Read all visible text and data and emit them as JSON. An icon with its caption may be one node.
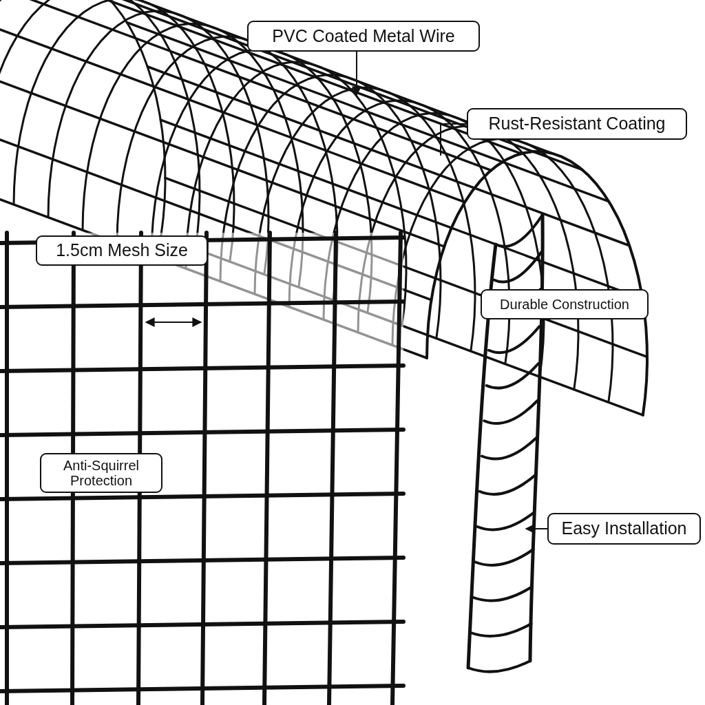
{
  "diagram": {
    "nodes": [
      {
        "text": [
          "PVC Coated Metal Wire"
        ]
      },
      {
        "text": [
          "Rust-Resistant Coating"
        ]
      },
      {
        "text": [
          "1.5cm Mesh Size"
        ]
      },
      {
        "text": [
          "Durable Construction"
        ]
      },
      {
        "text": [
          "Anti-Squirrel Protection"
        ]
      },
      {
        "text": [
          "Easy Installation"
        ]
      }
    ],
    "edges": [
      {
        "from": 0,
        "to": null,
        "arrow": "to"
      },
      {
        "from": 1,
        "to": null,
        "arrow": "none"
      },
      {
        "from": 5,
        "to": null,
        "arrow": "to"
      }
    ]
  }
}
